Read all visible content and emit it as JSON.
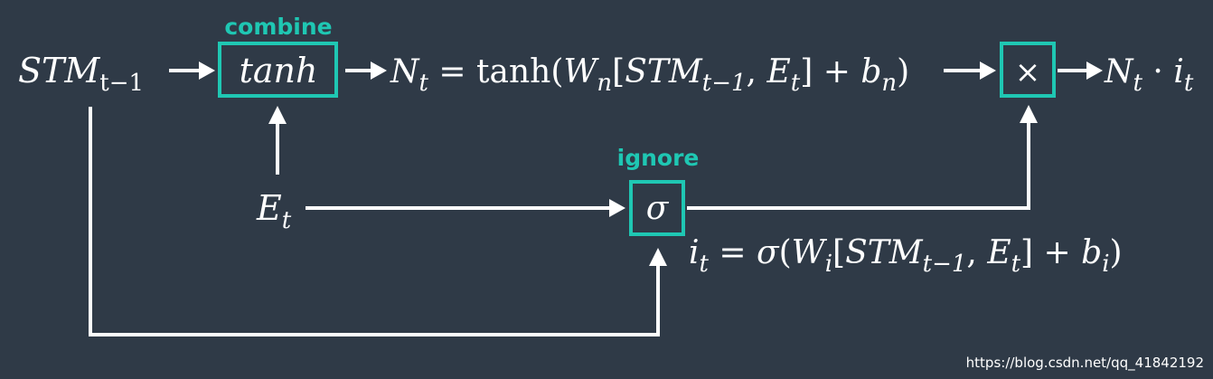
{
  "diagram": {
    "inputs": {
      "stm": {
        "base": "STM",
        "sub": "t−1"
      },
      "e": {
        "base": "E",
        "sub": "t"
      }
    },
    "gates": {
      "combine": {
        "label": "combine",
        "box_text": "tanh"
      },
      "ignore": {
        "label": "ignore",
        "box_text": "σ"
      },
      "multiply": {
        "box_text": "×"
      }
    },
    "equations": {
      "n_t": "N_t = tanh(W_n[STM_{t−1}, E_t] + b_n)",
      "i_t": "i_t = σ(W_i[STM_{t−1}, E_t] + b_i)",
      "output": "N_t · i_t"
    },
    "watermark": "https://blog.csdn.net/qq_41842192"
  }
}
